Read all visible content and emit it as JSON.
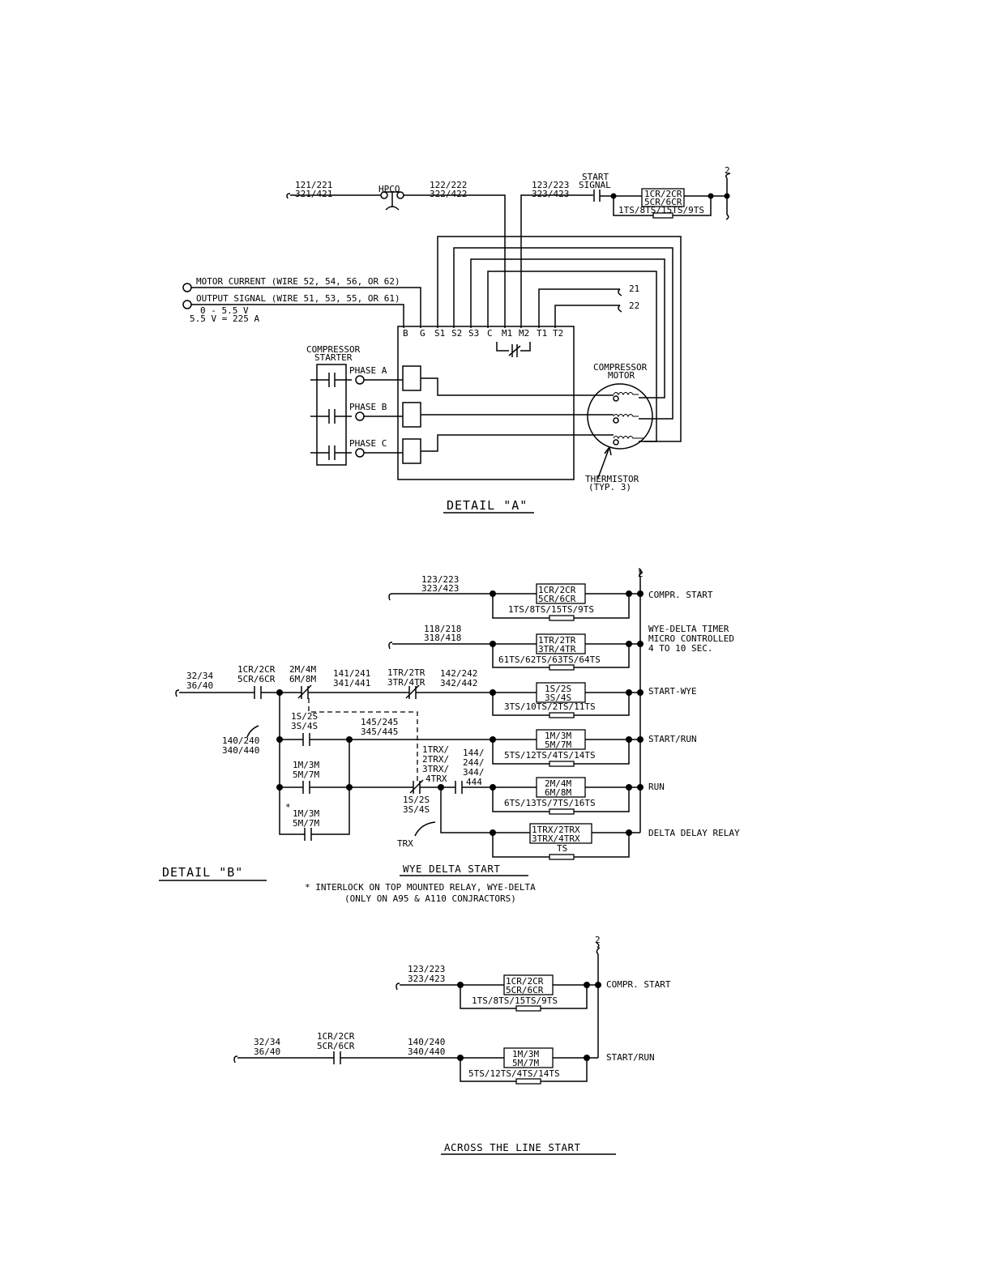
{
  "detail_a": {
    "wire_in_top": "121/221",
    "wire_in_bot": "321/421",
    "hpco": "HPCO",
    "wire_mid_top": "122/222",
    "wire_mid_bot": "322/422",
    "wire_out_top": "123/223",
    "wire_out_bot": "323/423",
    "start_signal_1": "START",
    "start_signal_2": "SIGNAL",
    "relay_1": "1CR/2CR",
    "relay_2": "5CR/6CR",
    "timer": "1TS/8TS/15TS/9TS",
    "ref_2": "2",
    "motor_current": "MOTOR CURRENT (WIRE 52, 54, 56, OR 62)",
    "output_signal": "OUTPUT SIGNAL (WIRE 51, 53, 55, OR 61)",
    "range": "0 - 5.5 V",
    "scale": "5.5 V = 225 A",
    "term_21": "21",
    "term_22": "22",
    "terminals": [
      "B",
      "G",
      "S1",
      "S2",
      "S3",
      "C",
      "M1",
      "M2",
      "T1",
      "T2"
    ],
    "starter_1": "COMPRESSOR",
    "starter_2": "STARTER",
    "phase_a": "PHASE A",
    "phase_b": "PHASE B",
    "phase_c": "PHASE C",
    "motor_1": "COMPRESSOR",
    "motor_2": "MOTOR",
    "thermistor_1": "THERMISTOR",
    "thermistor_2": "(TYP. 3)",
    "caption": "DETAIL \"A\""
  },
  "detail_b": {
    "ref_2": "2",
    "r1_wire_top": "123/223",
    "r1_wire_bot": "323/423",
    "r1_coil_1": "1CR/2CR",
    "r1_coil_2": "5CR/6CR",
    "r1_timer": "1TS/8TS/15TS/9TS",
    "r1_label": "COMPR. START",
    "r2_wire_top": "118/218",
    "r2_wire_bot": "318/418",
    "r2_coil_1": "1TR/2TR",
    "r2_coil_2": "3TR/4TR",
    "r2_timer": "61TS/62TS/63TS/64TS",
    "r2_label_1": "WYE-DELTA TIMER",
    "r2_label_2": "MICRO CONTROLLED",
    "r2_label_3": "4 TO 10 SEC.",
    "r3_in_top": "32/34",
    "r3_in_bot": "36/40",
    "r3_c1_top": "1CR/2CR",
    "r3_c1_bot": "5CR/6CR",
    "r3_c2_top": "2M/4M",
    "r3_c2_bot": "6M/8M",
    "r3_w1_top": "141/241",
    "r3_w1_bot": "341/441",
    "r3_c3_top": "1TR/2TR",
    "r3_c3_bot": "3TR/4TR",
    "r3_w2_top": "142/242",
    "r3_w2_bot": "342/442",
    "r3_coil_1": "1S/2S",
    "r3_coil_2": "3S/4S",
    "r3_timer": "3TS/10TS/2TS/11TS",
    "r3_label": "START-WYE",
    "r4_wire_top": "140/240",
    "r4_wire_bot": "340/440",
    "r4_c_top": "1S/2S",
    "r4_c_bot": "3S/4S",
    "r4_w_top": "145/245",
    "r4_w_bot": "345/445",
    "r4_coil_1": "1M/3M",
    "r4_coil_2": "5M/7M",
    "r4_timer": "5TS/12TS/4TS/14TS",
    "r4_label": "START/RUN",
    "r5_c_top": "1M/3M",
    "r5_c_bot": "5M/7M",
    "r5_trx_1": "1TRX/",
    "r5_trx_2": "2TRX/",
    "r5_trx_3": "3TRX/",
    "r5_trx_4": "4TRX",
    "r5_w_1": "144/",
    "r5_w_2": "244/",
    "r5_w_3": "344/",
    "r5_w_4": "444",
    "r5_coil_1": "2M/4M",
    "r5_coil_2": "6M/8M",
    "r5_timer": "6TS/13TS/7TS/16TS",
    "r5_label": "RUN",
    "r6_star": "*",
    "r6_c_top": "1M/3M",
    "r6_c_bot": "5M/7M",
    "r6_s_top": "1S/2S",
    "r6_s_bot": "3S/4S",
    "r6_trx": "TRX",
    "r6_coil_1": "1TRX/2TRX",
    "r6_coil_2": "3TRX/4TRX",
    "r6_timer": "TS",
    "r6_label": "DELTA DELAY RELAY",
    "caption": "DETAIL \"B\"",
    "subcaption": "WYE DELTA START",
    "note_1": "* INTERLOCK ON TOP MOUNTED RELAY, WYE-DELTA",
    "note_2": "(ONLY ON A95 & A110 CONJRACTORS)"
  },
  "across_line": {
    "ref_2": "2",
    "r1_wire_top": "123/223",
    "r1_wire_bot": "323/423",
    "r1_coil_1": "1CR/2CR",
    "r1_coil_2": "5CR/6CR",
    "r1_timer": "1TS/8TS/15TS/9TS",
    "r1_label": "COMPR. START",
    "r2_in_top": "32/34",
    "r2_in_bot": "36/40",
    "r2_c_top": "1CR/2CR",
    "r2_c_bot": "5CR/6CR",
    "r2_w_top": "140/240",
    "r2_w_bot": "340/440",
    "r2_coil_1": "1M/3M",
    "r2_coil_2": "5M/7M",
    "r2_timer": "5TS/12TS/4TS/14TS",
    "r2_label": "START/RUN",
    "caption": "ACROSS THE LINE START"
  }
}
